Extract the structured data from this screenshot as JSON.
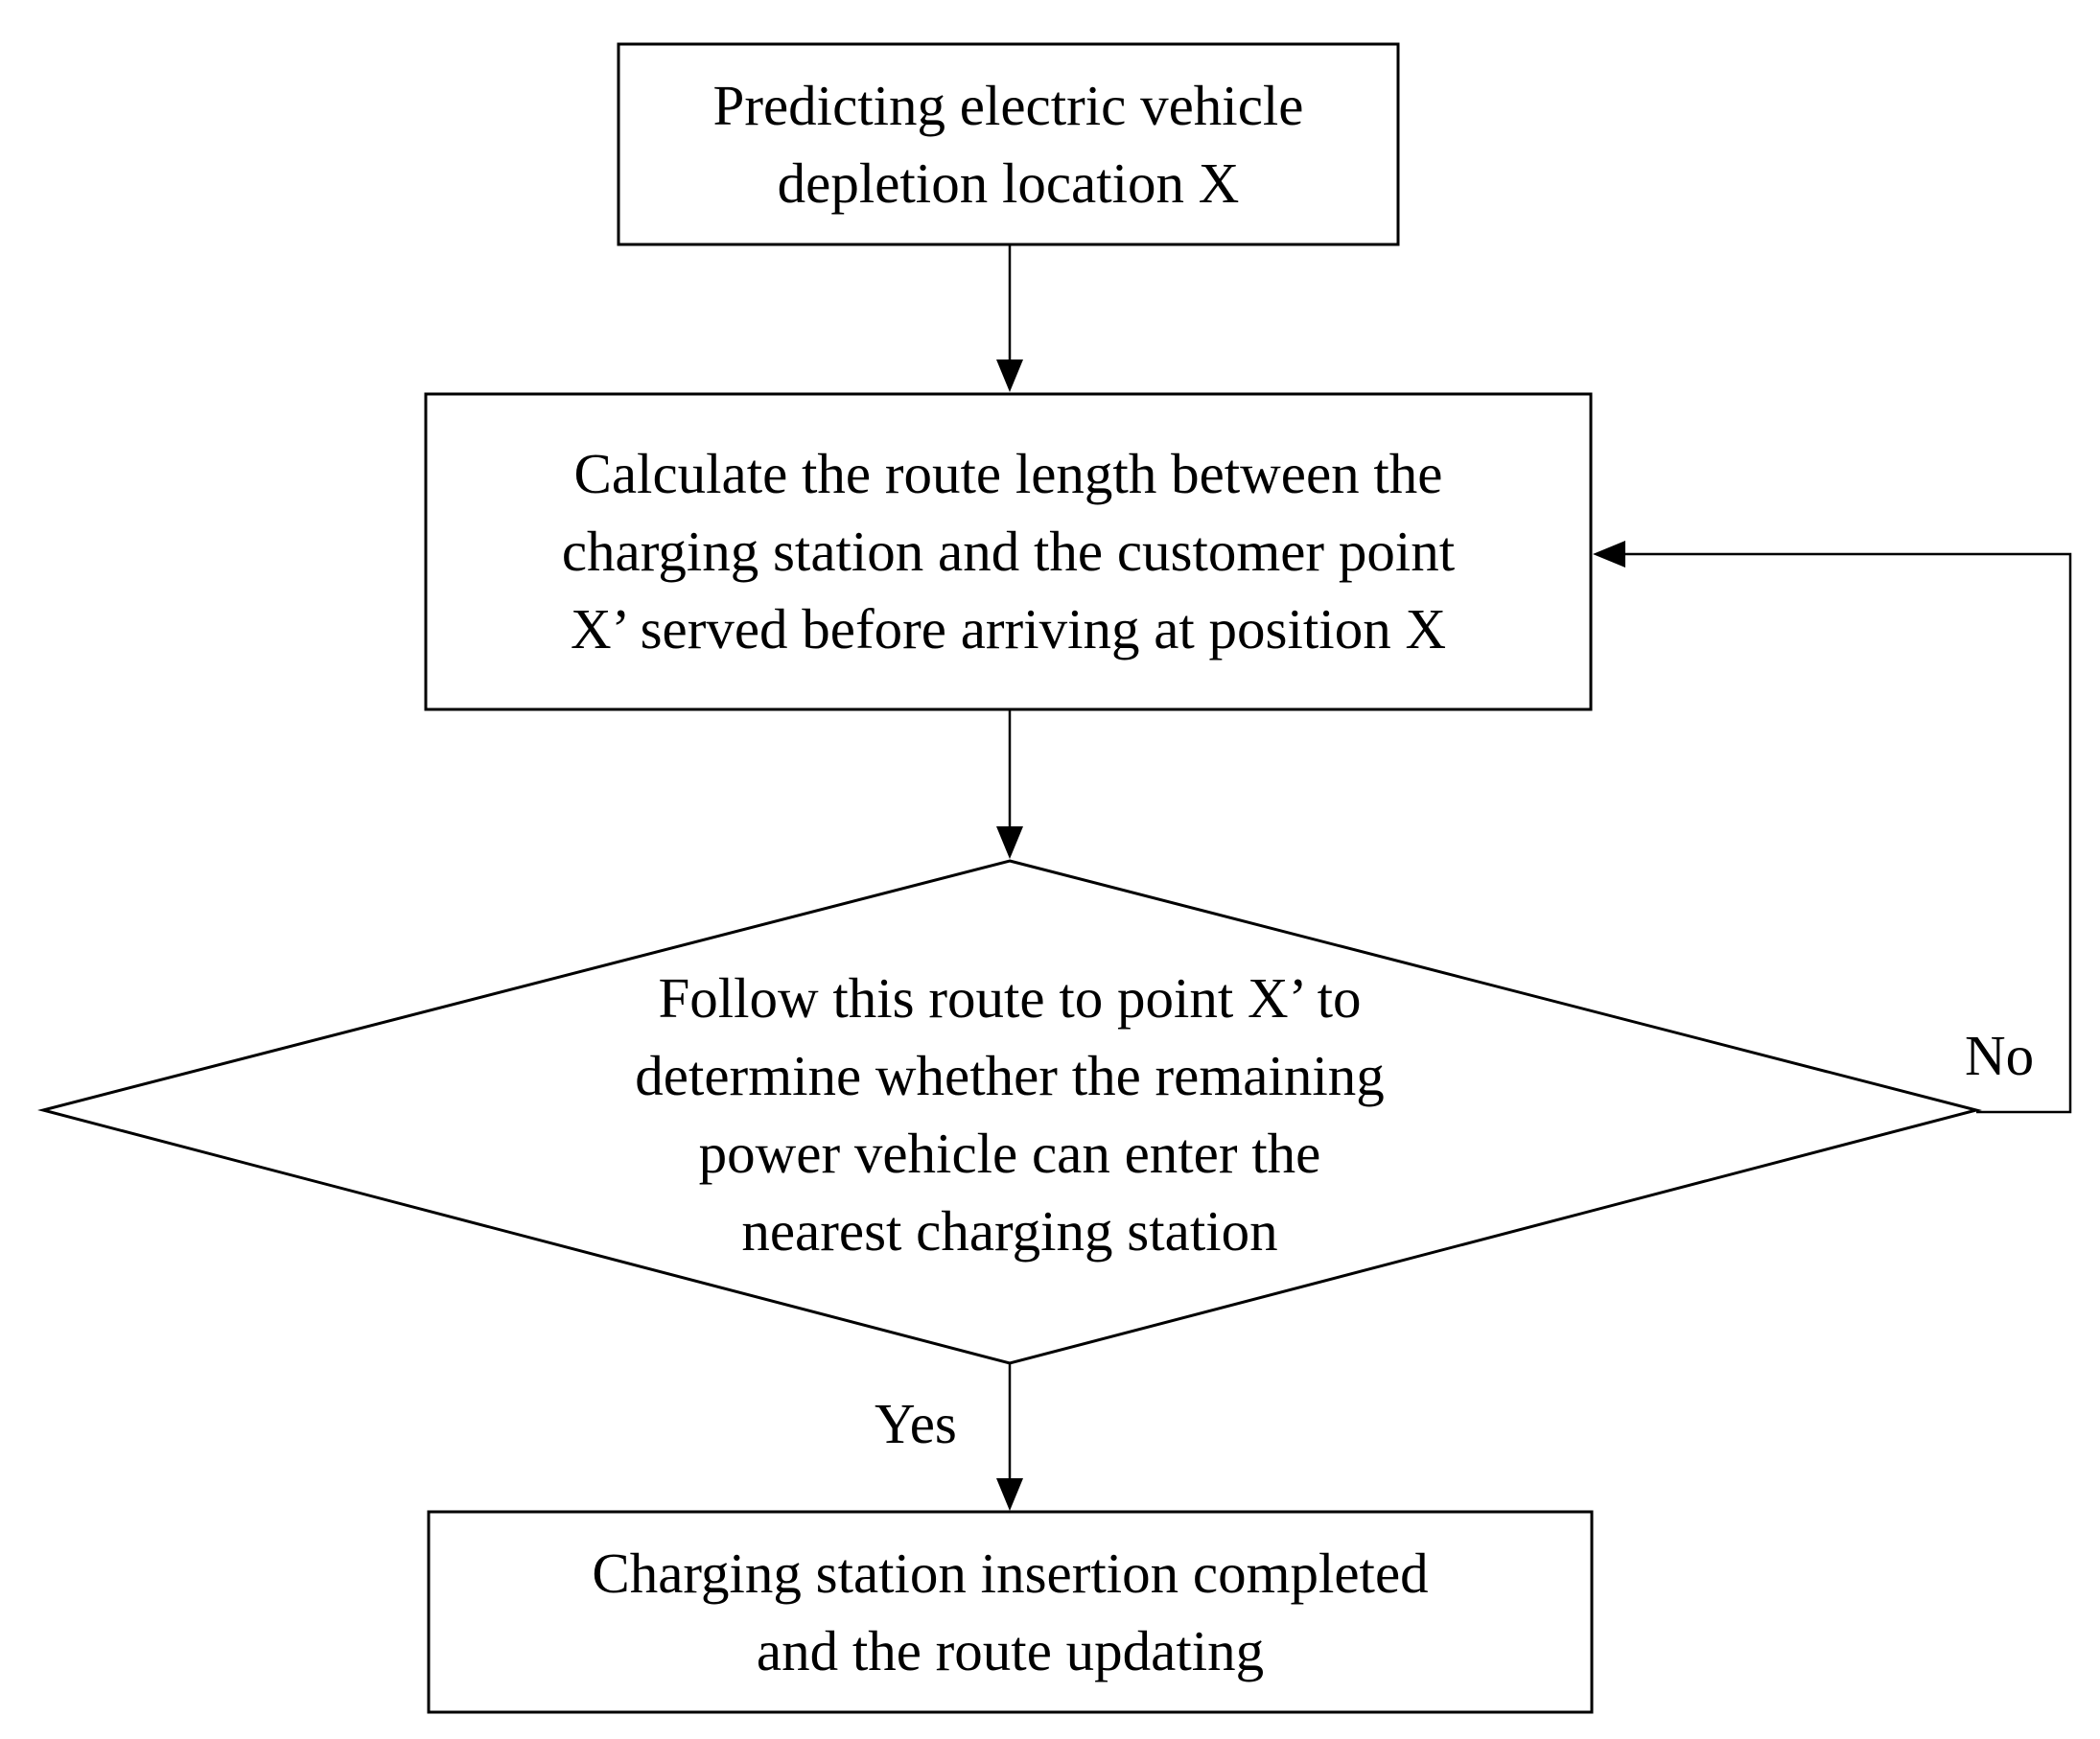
{
  "flowchart": {
    "nodes": {
      "predict": {
        "lines": [
          "Predicting electric vehicle",
          "depletion location X"
        ]
      },
      "calculate": {
        "lines": [
          "Calculate the route length between the",
          "charging station and the customer point",
          "X’  served before arriving at position X"
        ]
      },
      "decision": {
        "lines": [
          "Follow this route to point X’ to",
          "determine whether the remaining",
          "power vehicle can enter the",
          "nearest charging station"
        ]
      },
      "complete": {
        "lines": [
          "Charging station insertion completed",
          "and the route updating"
        ]
      }
    },
    "edges": {
      "no_label": "No",
      "yes_label": "Yes"
    }
  },
  "colors": {
    "stroke": "#000000",
    "background": "#ffffff"
  }
}
